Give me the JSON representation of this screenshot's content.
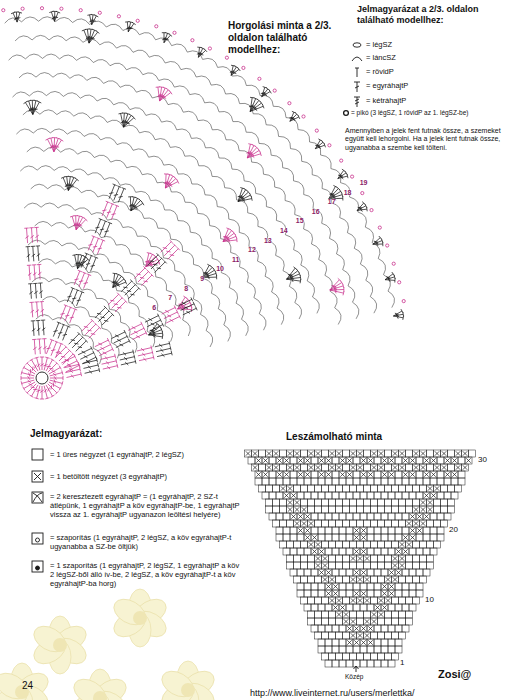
{
  "diagram": {
    "title": "Horgolási minta a 2/3. oldalon található modellhez:",
    "labels": [
      "Jelmagyarázat a 2/3. oldalon található modellhez:",
      "Amennyiben a jelek fent futnak össze, a szemeket együtt kell lehorgolni. Ha a jelek lent futnak össze, ugyanabba a szembe kell tölteni.",
      "Jelmagyarázat:",
      "Leszámolható minta",
      "30",
      "20",
      "10",
      "1",
      "Közép",
      "24",
      "Zosi@",
      "http://www.liveinternet.ru/users/merlettka/",
      "19",
      "18",
      "17",
      "16",
      "15",
      "14",
      "13",
      "12",
      "11",
      "10",
      "9",
      "8",
      "7",
      "6"
    ],
    "legend": [
      {
        "text": "= légSZ"
      },
      {
        "text": "= láncSZ"
      },
      {
        "text": "= rövidP"
      },
      {
        "text": "= egyráhajtP"
      },
      {
        "text": "= kétráhajtP"
      },
      {
        "text": "= pikó (3 légSZ, 1 rövidP az 1. légSZ-be)"
      },
      {
        "text": "= 1 üres négyzet (1 egyráhajtP, 2 légSZ)"
      },
      {
        "text": "= 1 betöltött négyzet (3 egyráhajtP)"
      },
      {
        "text": "= 2 keresztezett egyráhajtP = (1 egyráhajtP, 2 SZ-t átlépünk, 1 egyráhajtP a köv egyráhajtP-be, 1 egyráhajtP vissza az 1. egyráhajtP ugyanazon leöltési helyére)"
      },
      {
        "text": "= szaporítás (1 egyráhajtP, 2 légSZ, a köv egyráhajtP-t ugyanabba a SZ-be öltjük)"
      },
      {
        "text": "= 1 szaporítás (1 egyráhajtP, 2 légSZ, 1 egyráhajtP a köv 2 légSZ-ből álló ív-be, 2 légSZ, a köv egyráhajtP-t a köv egyráhajtP-ba horg)"
      }
    ]
  }
}
